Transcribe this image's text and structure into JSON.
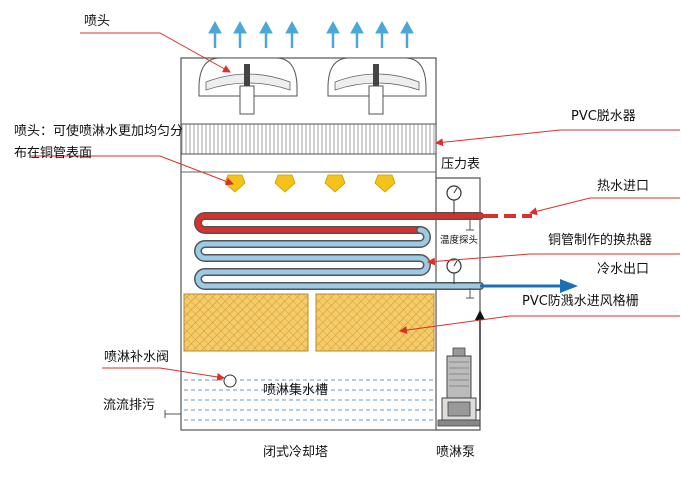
{
  "title": "闭式冷却塔",
  "labels": {
    "nozzle_top": "喷头",
    "nozzle_desc": "喷头：可使喷淋水更加均匀分布在铜管表面",
    "pvc_eliminator": "PVC脱水器",
    "pressure_gauge": "压力表",
    "hot_water_in": "热水进口",
    "temp_probe": "温度探头",
    "heat_exchanger": "铜管制作的换热器",
    "cold_water_out": "冷水出口",
    "pvc_louver": "PVC防溅水进风格栅",
    "makeup_valve": "喷淋补水阀",
    "drain": "流流排污",
    "spray_basin": "喷淋集水槽",
    "spray_pump": "喷淋泵"
  },
  "colors": {
    "hot": "#d9302c",
    "cold": "#1b6fb5",
    "coil_cold": "#7fb8dc",
    "airflow": "#4aa8d8",
    "leader": "#d9302c",
    "fill": "#f0c860",
    "nozzle": "#f5c21a"
  }
}
